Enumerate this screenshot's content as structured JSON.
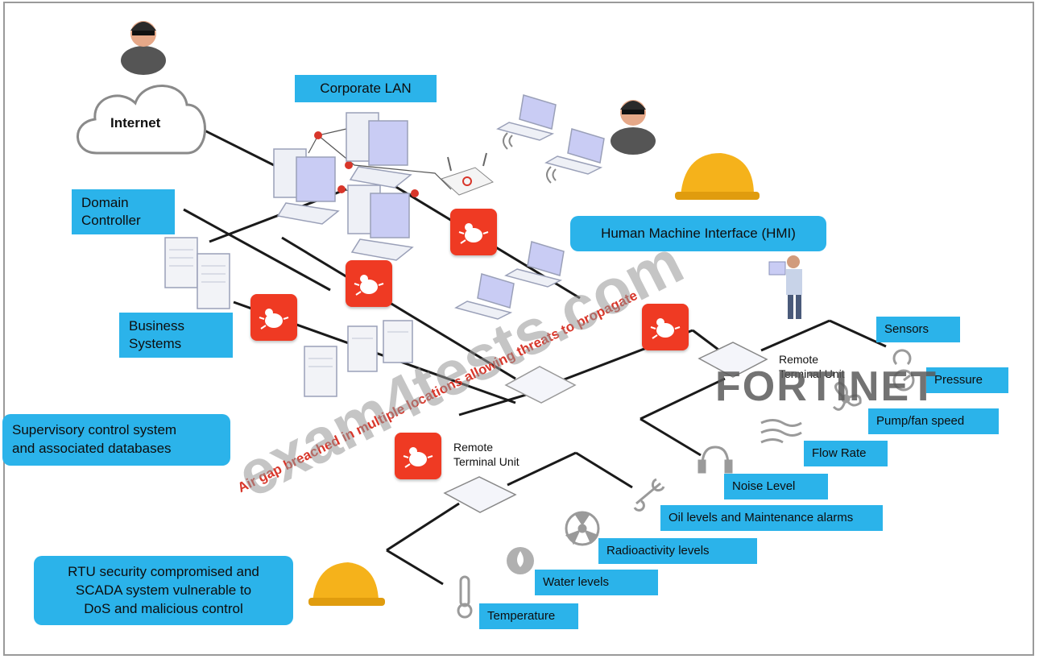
{
  "top_labels": {
    "internet": "Internet",
    "corporate_lan": "Corporate LAN"
  },
  "left_labels": {
    "domain_controller": [
      "Domain",
      "Controller"
    ],
    "business_systems": [
      "Business",
      "Systems"
    ]
  },
  "callouts": {
    "hmi": "Human Machine Interface (HMI)",
    "scada": [
      "Supervisory control system",
      "and associated databases"
    ],
    "rtu_compromised": [
      "RTU security compromised and",
      "SCADA system vulnerable to",
      "DoS and malicious control"
    ]
  },
  "rtu": {
    "upper": [
      "Remote",
      "Terminal Unit"
    ],
    "lower": [
      "Remote",
      "Terminal Unit"
    ]
  },
  "measurements": {
    "sensors": "Sensors",
    "pressure": "Pressure",
    "pump_fan": "Pump/fan speed",
    "flow_rate": "Flow Rate",
    "noise": "Noise Level",
    "oil": "Oil levels and Maintenance alarms",
    "radioactivity": "Radioactivity levels",
    "water": "Water levels",
    "temperature": "Temperature"
  },
  "annotation": "Air gap breached in multiple locations allowing threats to propagate",
  "watermark": "exam4tests.com",
  "brand": "FORTINET",
  "colors": {
    "label_blue": "#2bb3ea",
    "threat_red": "#ef3a23",
    "annotation_red": "#d8362a",
    "hardhat_yellow": "#f5b21b"
  }
}
